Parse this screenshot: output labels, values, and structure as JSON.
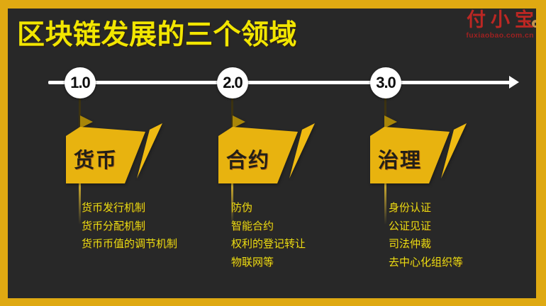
{
  "title": "区块链发展的三个领域",
  "brand": {
    "name": "付小宝",
    "domain": "fuxiaobao.com.cn"
  },
  "timeline": {
    "stages": [
      {
        "label": "1.0"
      },
      {
        "label": "2.0"
      },
      {
        "label": "3.0"
      }
    ]
  },
  "sections": [
    {
      "stage": "1.0",
      "flag": "货币",
      "items": [
        "货币发行机制",
        "货币分配机制",
        "货币币值的调节机制"
      ]
    },
    {
      "stage": "2.0",
      "flag": "合约",
      "items": [
        "防伪",
        "智能合约",
        "权利的登记转让",
        "物联网等"
      ]
    },
    {
      "stage": "3.0",
      "flag": "治理",
      "items": [
        "身份认证",
        "公证见证",
        "司法仲裁",
        "去中心化组织等"
      ]
    }
  ],
  "colors": {
    "frame_gold": "#dfa912",
    "background": "#282828",
    "title_yellow": "#f2e600",
    "flag_yellow": "#e8b30f",
    "flag_fold_dark": "#a98608",
    "flag_tip": "#efba12",
    "list_yellow": "#e6df16",
    "timeline_white": "#ffffff",
    "node_text": "#0d0d0d",
    "logo_red": "#bc2723",
    "logo_url_red": "#9e2121",
    "coin_gold": "#c0924d"
  }
}
